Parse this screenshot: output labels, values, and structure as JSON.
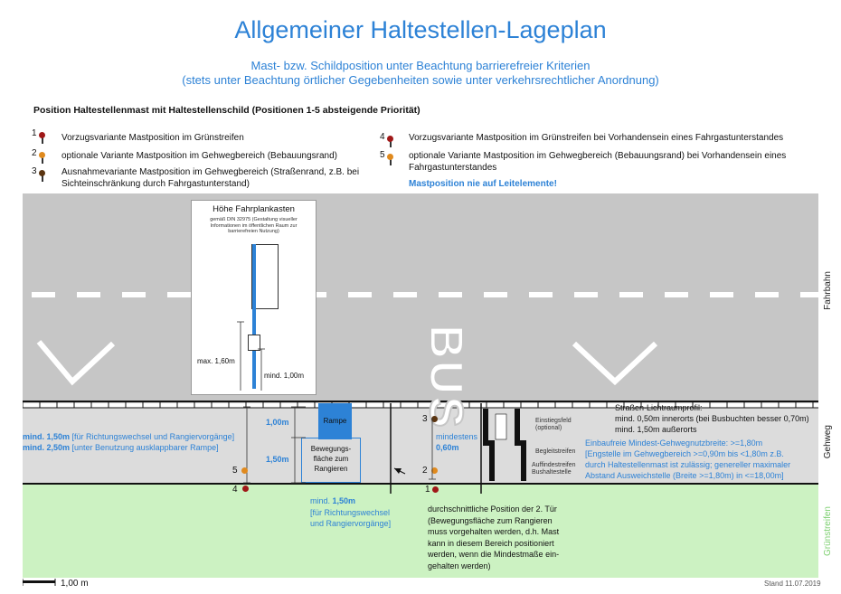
{
  "header": {
    "title": "Allgemeiner Haltestellen-Lageplan",
    "subtitle1": "Mast- bzw. Schildposition unter Beachtung barrierefreier Kriterien",
    "subtitle2": "(stets unter Beachtung örtlicher Gegebenheiten sowie unter verkehrsrechtlicher Anordnung)"
  },
  "legend": {
    "heading": "Position Haltestellenmast mit Haltestellenschild (Positionen 1-5 absteigende Priorität)",
    "items": [
      {
        "num": "1",
        "text": "Vorzugsvariante Mastposition im Grünstreifen",
        "color": "#a01818"
      },
      {
        "num": "2",
        "text": "optionale Variante Mastposition im Gehwegbereich (Bebauungsrand)",
        "color": "#e08a1e"
      },
      {
        "num": "3",
        "text": "Ausnahmevariante Mastposition im Gehwegbereich (Straßenrand, z.B. bei Sichteinschränkung durch Fahrgastunterstand)",
        "color": "#5a3410"
      },
      {
        "num": "4",
        "text": "Vorzugsvariante Mastposition im Grünstreifen bei  Vorhandensein eines Fahrgastunterstandes",
        "color": "#a01818"
      },
      {
        "num": "5",
        "text": "optionale Variante Mastposition im Gehwegbereich (Bebauungsrand) bei Vorhandensein eines Fahrgastunterstandes",
        "color": "#e08a1e"
      }
    ],
    "warning": "Mastposition nie auf Leitelemente!"
  },
  "road": {
    "bus_marking": "BUS",
    "labels": {
      "road": "Fahrbahn",
      "sidewalk": "Gehweg",
      "green": "Grünstreifen"
    }
  },
  "timetable": {
    "title": "Höhe Fahrplankasten",
    "note": "gemäß DIN 32975 (Gestaltung visueller Informationen im öffentlichen Raum zur barrierefreien Nutzung)",
    "max": "max. 1,60m",
    "min": "mind. 1,00m"
  },
  "ramp": {
    "label": "Rampe",
    "dim1": "1,00m",
    "dim2": "1,50m",
    "area": "Bewegungs-fläche zum Rangieren"
  },
  "left_note": {
    "line1_val": "mind. 1,50m",
    "line1_rest": " [für Richtungswechsel und Rangiervorgänge]",
    "line2_val": "mind. 2,50m",
    "line2_rest": " [unter Benutzung ausklappbarer Rampe]"
  },
  "below_ramp": {
    "line1_pre": "mind. ",
    "line1_val": "1,50m",
    "line2": "[für Richtungswechsel",
    "line3": "und Rangiervorgänge]"
  },
  "center": {
    "min_label": "mindestens",
    "min_value": "0,60m",
    "door_note": [
      "durchschnittliche Position der 2. Tür",
      "(Bewegungsfläche zum Rangieren",
      "muss vorgehalten werden, d.h. Mast",
      "kann in diesem Bereich positioniert",
      "werden, wenn die Mindestmaße ein-",
      "gehalten werden)"
    ]
  },
  "tactile": {
    "einstieg": "Einstiegsfeld (optional)",
    "begleit": "Begleitstreifen",
    "auffind": "Auffindestreifen Bushaltestelle"
  },
  "clearance": {
    "title": "Straßen-Lichtraumprofil:",
    "line1": "mind. 0,50m innerorts (bei Busbuchten besser 0,70m)",
    "line2": "mind. 1,50m außerorts"
  },
  "barrier_free": [
    "Einbaufreie Mindest-Gehwegnutzbreite: >=1,80m",
    "[Engstelle im Gehwegbereich  >=0,90m bis <1,80m z.B.",
    "durch Haltestellenmast ist zulässig; genereller maximaler",
    "Abstand Ausweichstelle (Breite >=1,80m) in <=18,00m]"
  ],
  "footer": {
    "scale": "1,00  m",
    "date": "Stand 11.07.2019"
  },
  "colors": {
    "accent": "#2d82d6",
    "road": "#c6c6c6",
    "sidewalk": "#dcdcdc",
    "green": "#ccf2c2"
  }
}
